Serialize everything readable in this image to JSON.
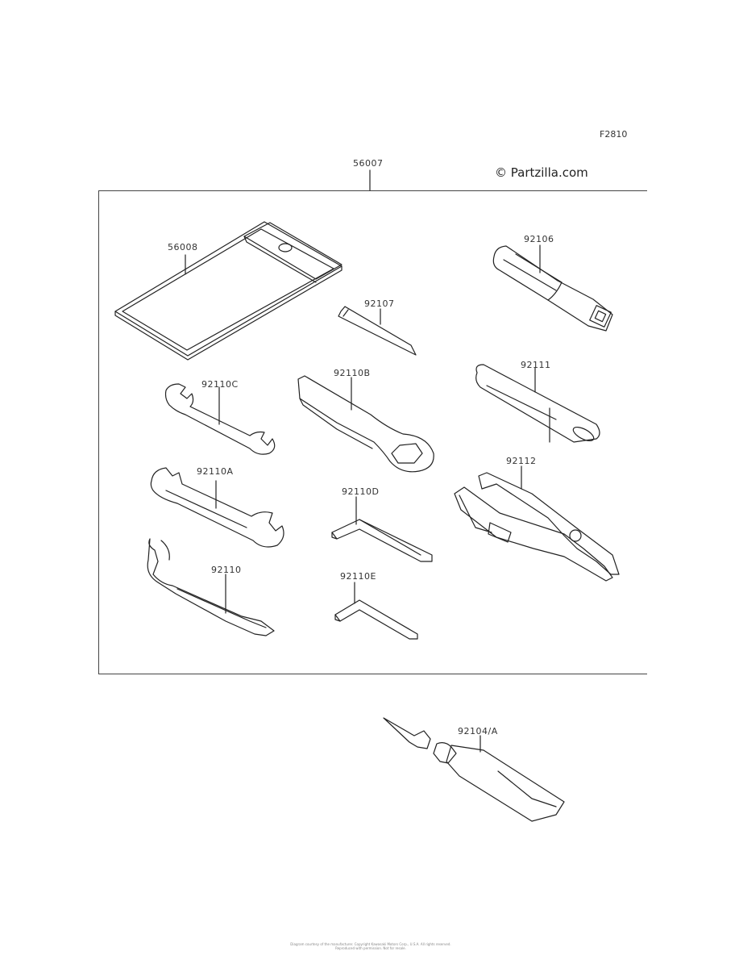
{
  "diagram": {
    "figure_code": "F2810",
    "watermark": "© Partzilla.com",
    "kit_label": "56007",
    "parts": [
      {
        "id": "p56008",
        "number": "56008",
        "name": "tool-case"
      },
      {
        "id": "p92106",
        "number": "92106",
        "name": "screwdriver-handle"
      },
      {
        "id": "p92107",
        "number": "92107",
        "name": "screwdriver-bit"
      },
      {
        "id": "p92110C",
        "number": "92110C",
        "name": "open-end-wrench-small"
      },
      {
        "id": "p92110B",
        "number": "92110B",
        "name": "box-end-wrench"
      },
      {
        "id": "p92111",
        "number": "92111",
        "name": "extension-bar"
      },
      {
        "id": "p92110A",
        "number": "92110A",
        "name": "open-end-wrench"
      },
      {
        "id": "p92110D",
        "number": "92110D",
        "name": "hex-key-large"
      },
      {
        "id": "p92112",
        "number": "92112",
        "name": "pliers"
      },
      {
        "id": "p92110",
        "number": "92110",
        "name": "hook-spanner"
      },
      {
        "id": "p92110E",
        "number": "92110E",
        "name": "hex-key-small"
      },
      {
        "id": "p92104A",
        "number": "92104/A",
        "name": "tire-repair-tube"
      }
    ],
    "footer_lines": [
      "Diagram courtesy of the manufacturer. Copyright Kawasaki Motors Corp., U.S.A. All rights reserved.",
      "Reproduced with permission. Not for resale."
    ]
  }
}
